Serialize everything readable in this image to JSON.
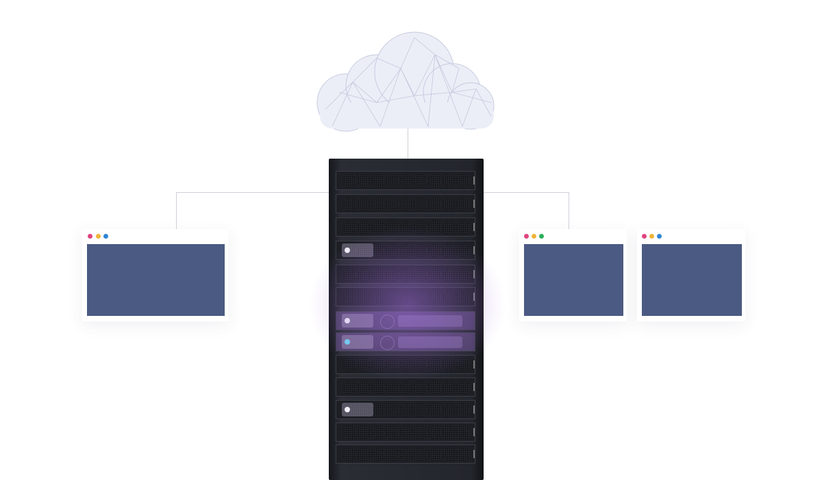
{
  "diagram": {
    "nodes": [
      {
        "id": "cloud",
        "icon": "cloud-icon"
      },
      {
        "id": "server-rack",
        "icon": "server-rack-icon"
      },
      {
        "id": "client-1",
        "icon": "browser-window-icon"
      },
      {
        "id": "client-2",
        "icon": "browser-window-icon"
      },
      {
        "id": "client-3",
        "icon": "browser-window-icon"
      }
    ],
    "edges": [
      [
        "cloud",
        "server-rack"
      ],
      [
        "server-rack",
        "client-1"
      ],
      [
        "server-rack",
        "client-2"
      ]
    ]
  },
  "colors": {
    "screen": "#4b5a82",
    "dot_pink": "#e0457f",
    "dot_yellow": "#f0b43a",
    "dot_blue": "#2f86d8",
    "dot_green": "#2fae5a",
    "glow": "#a06edc"
  }
}
